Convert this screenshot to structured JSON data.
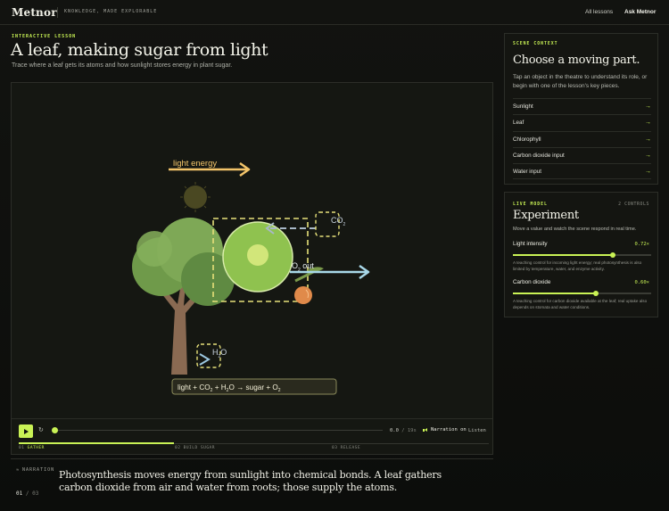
{
  "topbar": {
    "logo": "Metnor",
    "tagline": "KNOWLEDGE, MADE EXPLORABLE",
    "nav_lessons": "All lessons",
    "nav_ask": "Ask Metnor"
  },
  "lesson": {
    "eyebrow": "INTERACTIVE LESSON",
    "title": "A leaf, making sugar from light",
    "subtitle": "Trace where a leaf gets its atoms and how sunlight stores energy in plant sugar."
  },
  "stage": {
    "light_label": "light energy",
    "co2_label": "CO",
    "co2_sub": "2",
    "o2_label": "O",
    "o2_sub": "2",
    "o2_suffix": " out",
    "h2o_label": "H",
    "h2o_sub": "2",
    "h2o_suffix": "O",
    "equation": {
      "p1": "light + CO",
      "s1": "2",
      "p2": " + H",
      "s2": "2",
      "p3": "O → sugar + O",
      "s3": "2"
    },
    "colors": {
      "accent": "#c9f255",
      "light": "#f2c46a",
      "oxygen": "#a8d8e8",
      "sun": "#4a4822",
      "leaf": "#8fc24f",
      "tree": "#6f9a4a",
      "trunk": "#8a6a52",
      "fruit": "#e08a4a"
    }
  },
  "controls": {
    "time_current": "0.0",
    "time_sep": "/",
    "time_total": "19s",
    "narration": "Narration on",
    "listen": "Listen",
    "progress": 0.33,
    "chapters": [
      {
        "num": "01",
        "label": "GATHER"
      },
      {
        "num": "02",
        "label": "BUILD SUGAR"
      },
      {
        "num": "03",
        "label": "RELEASE"
      }
    ]
  },
  "narration": {
    "label": "NARRATION",
    "text": "Photosynthesis moves energy from sunlight into chemical bonds. A leaf gathers carbon dioxide from air and water from roots; those supply the atoms.",
    "current": "01",
    "sep": "/",
    "total": "03"
  },
  "scene_context": {
    "eyebrow": "SCENE CONTEXT",
    "title": "Choose a moving part.",
    "desc": "Tap an object in the theatre to understand its role, or begin with one of the lesson's key pieces.",
    "items": [
      {
        "label": "Sunlight"
      },
      {
        "label": "Leaf"
      },
      {
        "label": "Chlorophyll"
      },
      {
        "label": "Carbon dioxide input"
      },
      {
        "label": "Water input"
      }
    ],
    "arrow": "→"
  },
  "experiment": {
    "eyebrow": "LIVE MODEL",
    "count": "2 CONTROLS",
    "title": "Experiment",
    "desc": "Move a value and watch the scene respond in real time.",
    "controls": [
      {
        "label": "Light intensity",
        "value": "0.72×",
        "level": 0.72,
        "help": "A teaching control for incoming light energy; real photosynthesis is also limited by temperature, water, and enzyme activity."
      },
      {
        "label": "Carbon dioxide",
        "value": "0.60×",
        "level": 0.6,
        "help": "A teaching control for carbon dioxide available at the leaf; real uptake also depends on stomata and water conditions."
      }
    ]
  }
}
